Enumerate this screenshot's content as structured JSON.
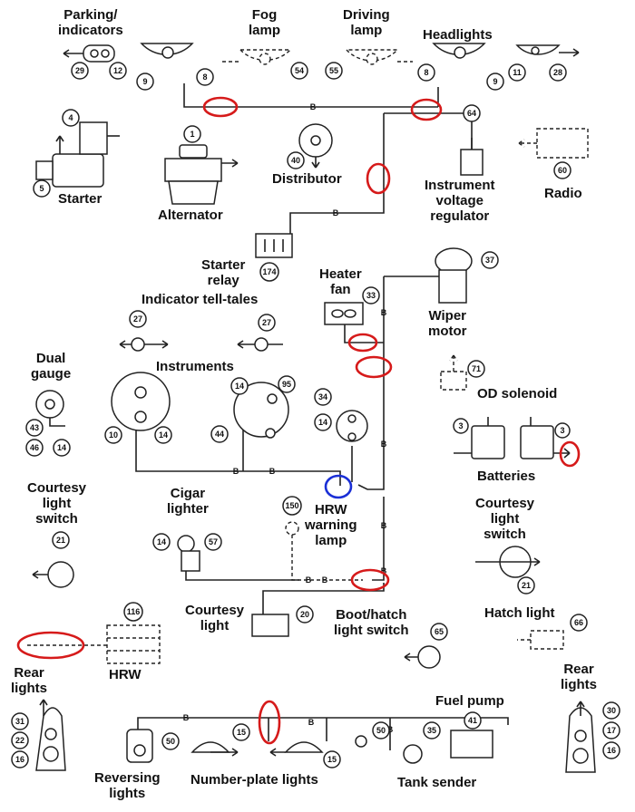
{
  "labels": {
    "parking_indicators": [
      "Parking/",
      "indicators"
    ],
    "fog_lamp": [
      "Fog",
      "lamp"
    ],
    "driving_lamp": [
      "Driving",
      "lamp"
    ],
    "headlights": [
      "Headlights"
    ],
    "starter": [
      "Starter"
    ],
    "alternator": [
      "Alternator"
    ],
    "distributor": [
      "Distributor"
    ],
    "instrument_voltage_regulator": [
      "Instrument",
      "voltage",
      "regulator"
    ],
    "radio": [
      "Radio"
    ],
    "starter_relay": [
      "Starter",
      "relay"
    ],
    "indicator_tell_tales": [
      "Indicator tell-tales"
    ],
    "heater_fan": [
      "Heater",
      "fan"
    ],
    "wiper_motor": [
      "Wiper",
      "motor"
    ],
    "dual_gauge": [
      "Dual",
      "gauge"
    ],
    "instruments": [
      "Instruments"
    ],
    "od_solenoid": [
      "OD solenoid"
    ],
    "batteries": [
      "Batteries"
    ],
    "courtesy_light_switch_left": [
      "Courtesy",
      "light",
      "switch"
    ],
    "cigar_lighter": [
      "Cigar",
      "lighter"
    ],
    "hrw_warning_lamp": [
      "HRW",
      "warning",
      "lamp"
    ],
    "courtesy_light_switch_right": [
      "Courtesy",
      "light",
      "switch"
    ],
    "courtesy_light": [
      "Courtesy",
      "light"
    ],
    "boot_hatch_light_switch": [
      "Boot/hatch",
      "light switch"
    ],
    "hatch_light": [
      "Hatch light"
    ],
    "hrw": [
      "HRW"
    ],
    "rear_lights_left": [
      "Rear",
      "lights"
    ],
    "rear_lights_right": [
      "Rear",
      "lights"
    ],
    "fuel_pump": [
      "Fuel pump"
    ],
    "reversing_lights": [
      "Reversing",
      "lights"
    ],
    "number_plate_lights": [
      "Number-plate lights"
    ],
    "tank_sender": [
      "Tank sender"
    ]
  },
  "component_numbers": {
    "parking_29": "29",
    "parking_12": "12",
    "headlamp_l_9": "9",
    "headlamp_l_8": "8",
    "fog_54": "54",
    "driving_55": "55",
    "headlamp_r_8": "8",
    "headlamp_r_9": "9",
    "right_11": "11",
    "right_28": "28",
    "starter_4": "4",
    "starter_5": "5",
    "alternator_1": "1",
    "distributor_40": "40",
    "regulator_64": "64",
    "radio_60": "60",
    "relay_174": "174",
    "telltale_l_27": "27",
    "telltale_r_27": "27",
    "heater_33": "33",
    "wiper_37": "37",
    "od_71": "71",
    "instr_14a": "14",
    "instr_95": "95",
    "instr_34": "34",
    "instr_14b": "14",
    "instr_44": "44",
    "instr_10": "10",
    "instr_14c": "14",
    "dual_43": "43",
    "dual_46": "46",
    "dual_14": "14",
    "battery_3l": "3",
    "battery_3r": "3",
    "hrw_lamp_150": "150",
    "switch_l_21": "21",
    "switch_r_21": "21",
    "cigar_14": "14",
    "cigar_57": "57",
    "courtesy_20": "20",
    "boot_switch_65": "65",
    "hatch_66": "66",
    "hrw_116": "116",
    "rear_l_31": "31",
    "rear_l_22": "22",
    "rear_l_16": "16",
    "rear_r_30": "30",
    "rear_r_17": "17",
    "rear_r_16": "16",
    "reversing_50": "50",
    "np_15a": "15",
    "np_15b": "15",
    "fuel_50": "50",
    "tank_35": "35",
    "fuel_41": "41"
  },
  "wire_markers": [
    "B",
    "B",
    "B",
    "B",
    "B",
    "B",
    "B",
    "B",
    "B",
    "B",
    "B",
    "B",
    "B"
  ],
  "highlight_colors": {
    "red": "#d61a1a",
    "blue": "#1a2fd6"
  }
}
